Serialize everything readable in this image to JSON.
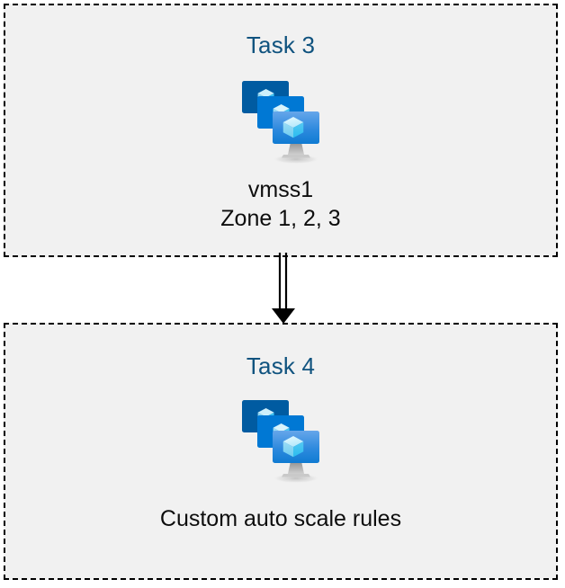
{
  "diagram": {
    "title_color": "#10537f",
    "box_fill": "#f1f1f1",
    "box_border_color": "#000000",
    "body_text_color": "#0d0d0d",
    "icon_colors": {
      "monitor_back": "#005ba1",
      "monitor_middle": "#0078d4",
      "monitor_front_top": "#5ea0e8",
      "monitor_front_bottom": "#1380d8",
      "cube_light": "#c3f1ff",
      "cube_mid": "#9cdcf5",
      "cube_dark": "#32bdef",
      "stand": "#a6a6a6"
    },
    "boxes": [
      {
        "id": "task-3",
        "title": "Task 3",
        "icon": "vm-scale-set-icon",
        "captions": [
          "vmss1",
          "Zone 1, 2, 3"
        ]
      },
      {
        "id": "task-4",
        "title": "Task 4",
        "icon": "vm-scale-set-icon",
        "captions": [
          "Custom auto scale rules"
        ]
      }
    ],
    "connector": {
      "name": "double-line-down-arrow",
      "from": "task-3",
      "to": "task-4",
      "style": "double-line",
      "arrowhead": "solid-triangle",
      "color": "#000000"
    }
  }
}
